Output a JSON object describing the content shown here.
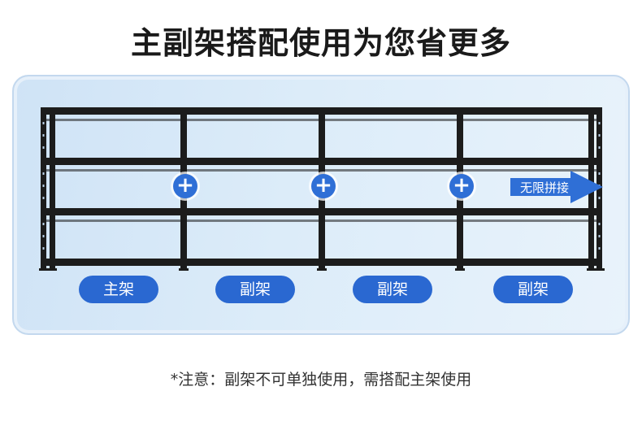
{
  "title": "主副架搭配使用为您省更多",
  "extend_label": "无限拼接",
  "plus_symbol": "+",
  "labels": [
    "主架",
    "副架",
    "副架",
    "副架"
  ],
  "note": "*注意：副架不可单独使用，需搭配主架使用",
  "colors": {
    "accent": "#2a68d1",
    "frame": "#1c1c1c",
    "panel": "#dcecf9"
  }
}
